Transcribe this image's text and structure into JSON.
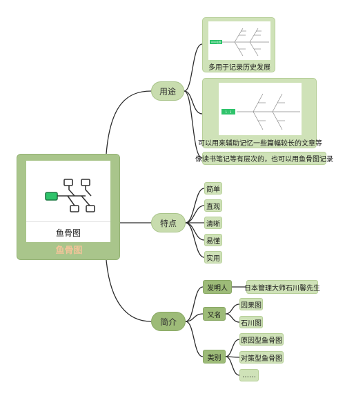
{
  "root": {
    "caption": "鱼骨图",
    "title": "鱼骨图"
  },
  "branches": {
    "uses": {
      "label": "用途",
      "cards": [
        {
          "caption": "多用于记录历史发展",
          "thumb_label": "XXXX主题"
        },
        {
          "caption": "可以用来辅助记忆一些篇幅较长的文章等",
          "thumb_label": "1  ·  1"
        }
      ],
      "note": "像读书笔记等有层次的，也可以用鱼骨图记录"
    },
    "features": {
      "label": "特点",
      "items": [
        "简单",
        "直观",
        "清晰",
        "易懂",
        "实用"
      ]
    },
    "intro": {
      "label": "简介",
      "inventor": {
        "label": "发明人",
        "value": "日本管理大师石川馨先生"
      },
      "alias": {
        "label": "又名",
        "values": [
          "因果图",
          "石川图"
        ]
      },
      "category": {
        "label": "类别",
        "values": [
          "原因型鱼骨图",
          "对策型鱼骨图",
          "……"
        ]
      }
    }
  },
  "colors": {
    "connector": "#2b2b2b",
    "root_green": "#a9c58b",
    "branch_fill": "#c8dcae",
    "leaf_fill": "#cfe2b8",
    "root_title": "#f3c49a",
    "thumb_accent": "#2fc36b"
  }
}
